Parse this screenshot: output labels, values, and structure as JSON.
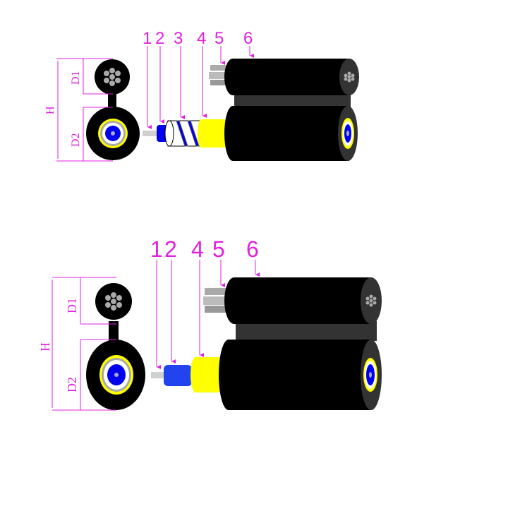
{
  "diagrams": [
    {
      "id": "top",
      "callouts": [
        "1",
        "2",
        "3",
        "4",
        "5",
        "6"
      ],
      "dimension_labels": {
        "total": "H",
        "upper": "D1",
        "lower": "D2"
      }
    },
    {
      "id": "bottom",
      "callouts": [
        "1",
        "2",
        "4",
        "5",
        "6"
      ],
      "dimension_labels": {
        "total": "H",
        "upper": "D1",
        "lower": "D2"
      }
    }
  ],
  "colors": {
    "callout": "#e020e0",
    "jacket": "#000000",
    "web": "#333333",
    "yellow": "#ffff00",
    "blue": "#0000ee",
    "fiber": "#d0d0d0",
    "messenger": "#aaaaaa"
  }
}
